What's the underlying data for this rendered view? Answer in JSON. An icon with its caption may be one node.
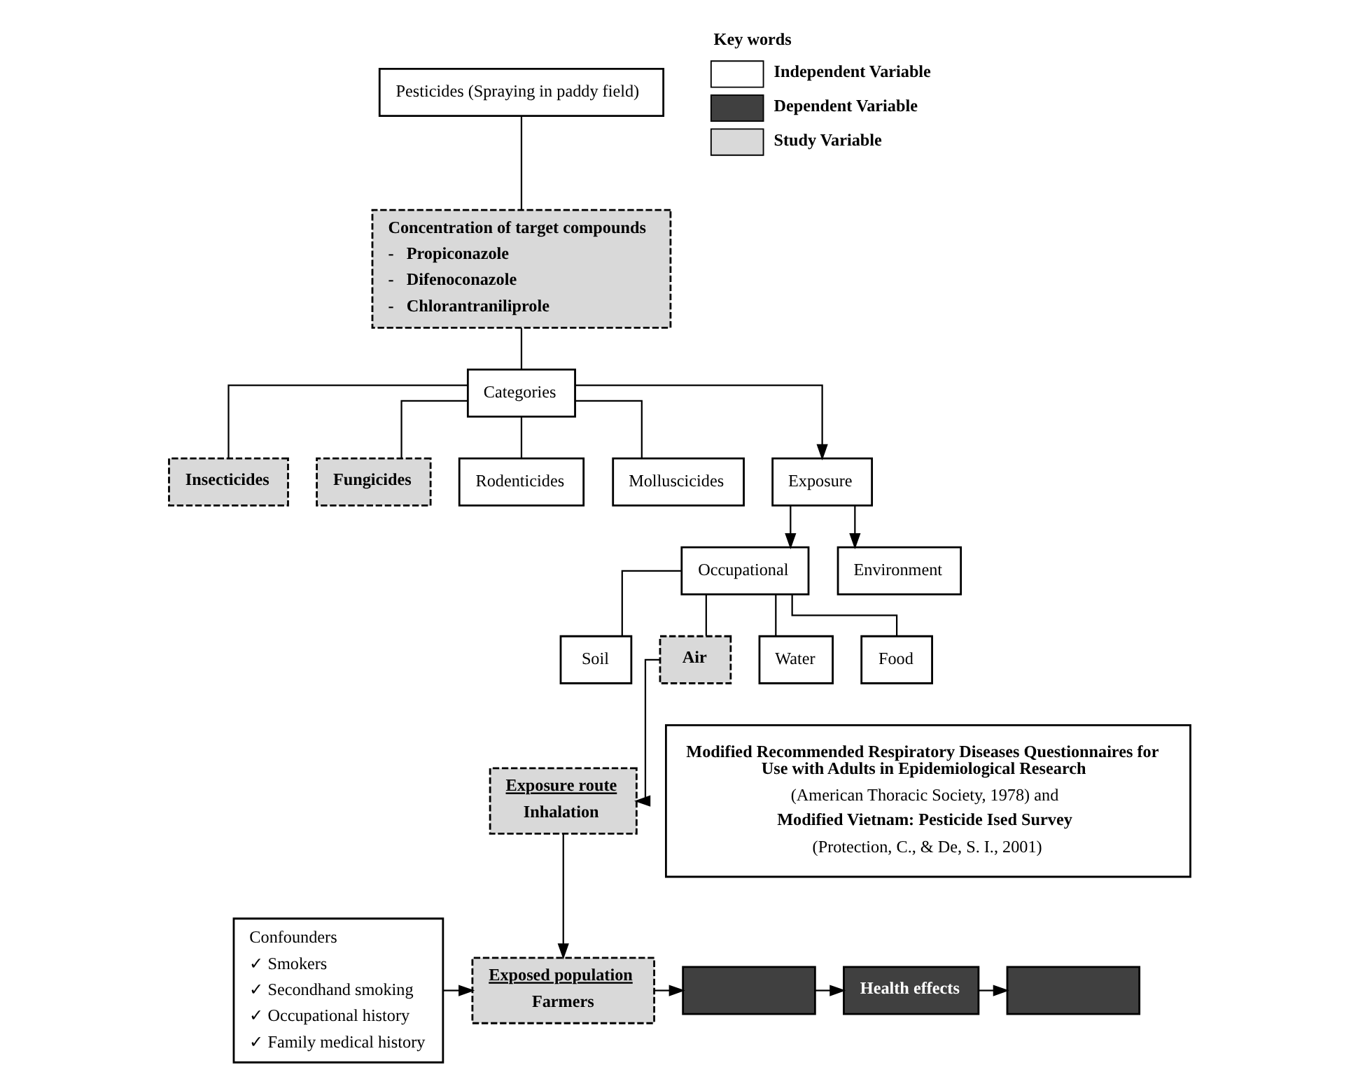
{
  "diagram": {
    "nodes": [
      {
        "text": [
          "Pesticides (Spraying in paddy field)"
        ]
      },
      {
        "text": [
          "Concentration of target compounds",
          "-   Propiconazole",
          "-   Difenoconazole",
          "-   Chlorantraniliprole"
        ]
      },
      {
        "text": [
          "Categories"
        ]
      },
      {
        "text": [
          "Insecticides"
        ]
      },
      {
        "text": [
          "Fungicides"
        ]
      },
      {
        "text": [
          "Rodenticides"
        ]
      },
      {
        "text": [
          "Molluscicides"
        ]
      },
      {
        "text": [
          "Exposure"
        ]
      },
      {
        "text": [
          "Occupational"
        ]
      },
      {
        "text": [
          "Environment"
        ]
      },
      {
        "text": [
          "Soil"
        ]
      },
      {
        "text": [
          "Air"
        ]
      },
      {
        "text": [
          "Water"
        ]
      },
      {
        "text": [
          "Food"
        ]
      },
      {
        "text": [
          "Confounders",
          "✓ Smokers",
          "✓ Secondhand smoking",
          "✓ Occupational history",
          "✓ Family medical history"
        ]
      },
      {
        "text": [
          "Exposure route",
          "Inhalation"
        ]
      },
      {
        "text": [
          "Modified Recommended Respiratory Diseases Questionnaires for Use with Adults in Epidemiological Research",
          "(American Thoracic Society, 1978) and",
          "Modified Vietnam: Pesticide Ised Survey",
          "(Protection, C., & De, S. I., 2001)"
        ]
      },
      {
        "text": [
          "Exposed population",
          "Farmers"
        ]
      },
      {
        "text": [],
        "shape": "box"
      },
      {
        "text": [
          "Health effects"
        ]
      },
      {
        "text": [],
        "shape": "box"
      }
    ],
    "edges": [
      {
        "from": 0,
        "to": 1,
        "arrow": "none"
      },
      {
        "from": 1,
        "to": 2,
        "arrow": "none"
      },
      {
        "from": 2,
        "to": 3,
        "arrow": "none"
      },
      {
        "from": 2,
        "to": 4,
        "arrow": "none"
      },
      {
        "from": 2,
        "to": 5,
        "arrow": "none"
      },
      {
        "from": 2,
        "to": 6,
        "arrow": "none"
      },
      {
        "from": 2,
        "to": 7,
        "arrow": "to"
      },
      {
        "from": 7,
        "to": 8,
        "arrow": "to"
      },
      {
        "from": 7,
        "to": 9,
        "arrow": "to"
      },
      {
        "from": 8,
        "to": 10,
        "arrow": "none"
      },
      {
        "from": 8,
        "to": 11,
        "arrow": "none"
      },
      {
        "from": 8,
        "to": 12,
        "arrow": "none"
      },
      {
        "from": 8,
        "to": 13,
        "arrow": "none"
      },
      {
        "from": 11,
        "to": 15,
        "arrow": "to"
      },
      {
        "from": 15,
        "to": 17,
        "arrow": "to"
      },
      {
        "from": 14,
        "to": 17,
        "arrow": "to"
      },
      {
        "from": 17,
        "to": 18,
        "arrow": "to"
      },
      {
        "from": 18,
        "to": 19,
        "arrow": "to"
      },
      {
        "from": 19,
        "to": 20,
        "arrow": "to"
      }
    ],
    "labels": [
      "Key words"
    ],
    "legend": [
      {
        "text": "Independent Variable",
        "color": "#ffffff"
      },
      {
        "text": "Dependent Variable",
        "color": "#404040"
      },
      {
        "text": "Study Variable",
        "color": "#d9d9d9"
      }
    ]
  }
}
